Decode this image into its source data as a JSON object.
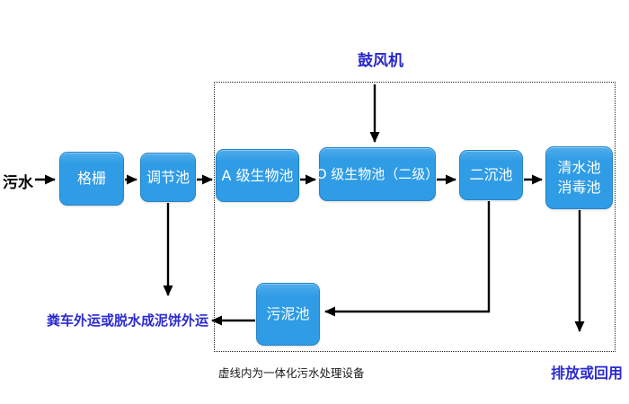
{
  "diagram": {
    "title_context": "integrated wastewater treatment process flowchart",
    "source_label": "污水",
    "blower_label": "鼓风机",
    "nodes": [
      {
        "id": "grid",
        "label": "格栅"
      },
      {
        "id": "regulation-tank",
        "label": "调节池"
      },
      {
        "id": "a-stage-bio-tank",
        "label": "A 级生物池"
      },
      {
        "id": "o-stage-bio-tank",
        "label": "O 级生物池（二级）"
      },
      {
        "id": "secondary-sedimentation-tank",
        "label": "二沉池"
      },
      {
        "id": "clear-water-tank",
        "label": "清水池",
        "label2": "消毒池"
      },
      {
        "id": "sludge-tank",
        "label": "污泥池"
      }
    ],
    "outputs": {
      "sludge_out": "粪车外运或脱水成泥饼外运",
      "discharge": "排放或回用"
    },
    "dashed_box_caption": "虚线内为一体化污水处理设备",
    "colors": {
      "node_fill": "#2F9CE5",
      "node_border": "#2484C9",
      "node_text": "#FFFFFF",
      "accent_text": "#2B2BD0",
      "arrow": "#000000",
      "background": "#FFFFFF"
    }
  }
}
